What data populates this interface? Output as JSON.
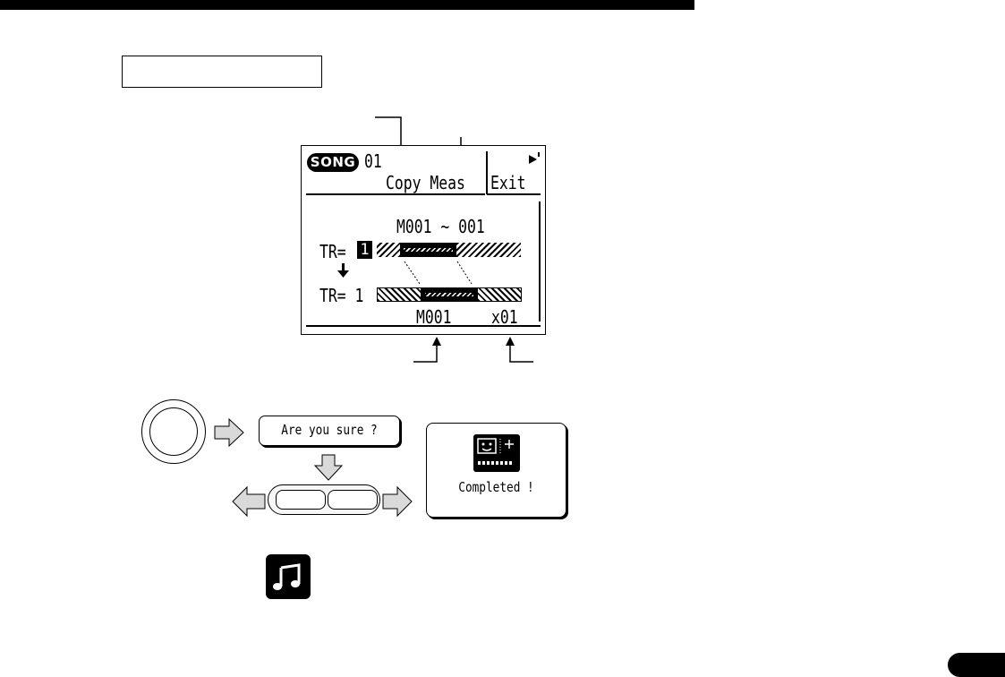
{
  "lcd": {
    "mode_label": "SONG",
    "song_number": "01",
    "function_title": "Copy Meas",
    "exit_label": "Exit",
    "range_text": "M001 ~ 001",
    "source_track_prefix": "TR=",
    "source_track_value": "1",
    "dest_track_text": "TR= 1",
    "dest_measure": "M001",
    "copy_count": "x01"
  },
  "dialog": {
    "confirm_prompt": "Are you sure ?",
    "completed_message": "Completed !"
  },
  "icons": {
    "execute_button": "round-button",
    "note": "music-note-icon",
    "disk": "disk-icon"
  },
  "colors": {
    "ink": "#000000",
    "paper": "#ffffff",
    "arrow_fill": "#d9d9d9"
  }
}
